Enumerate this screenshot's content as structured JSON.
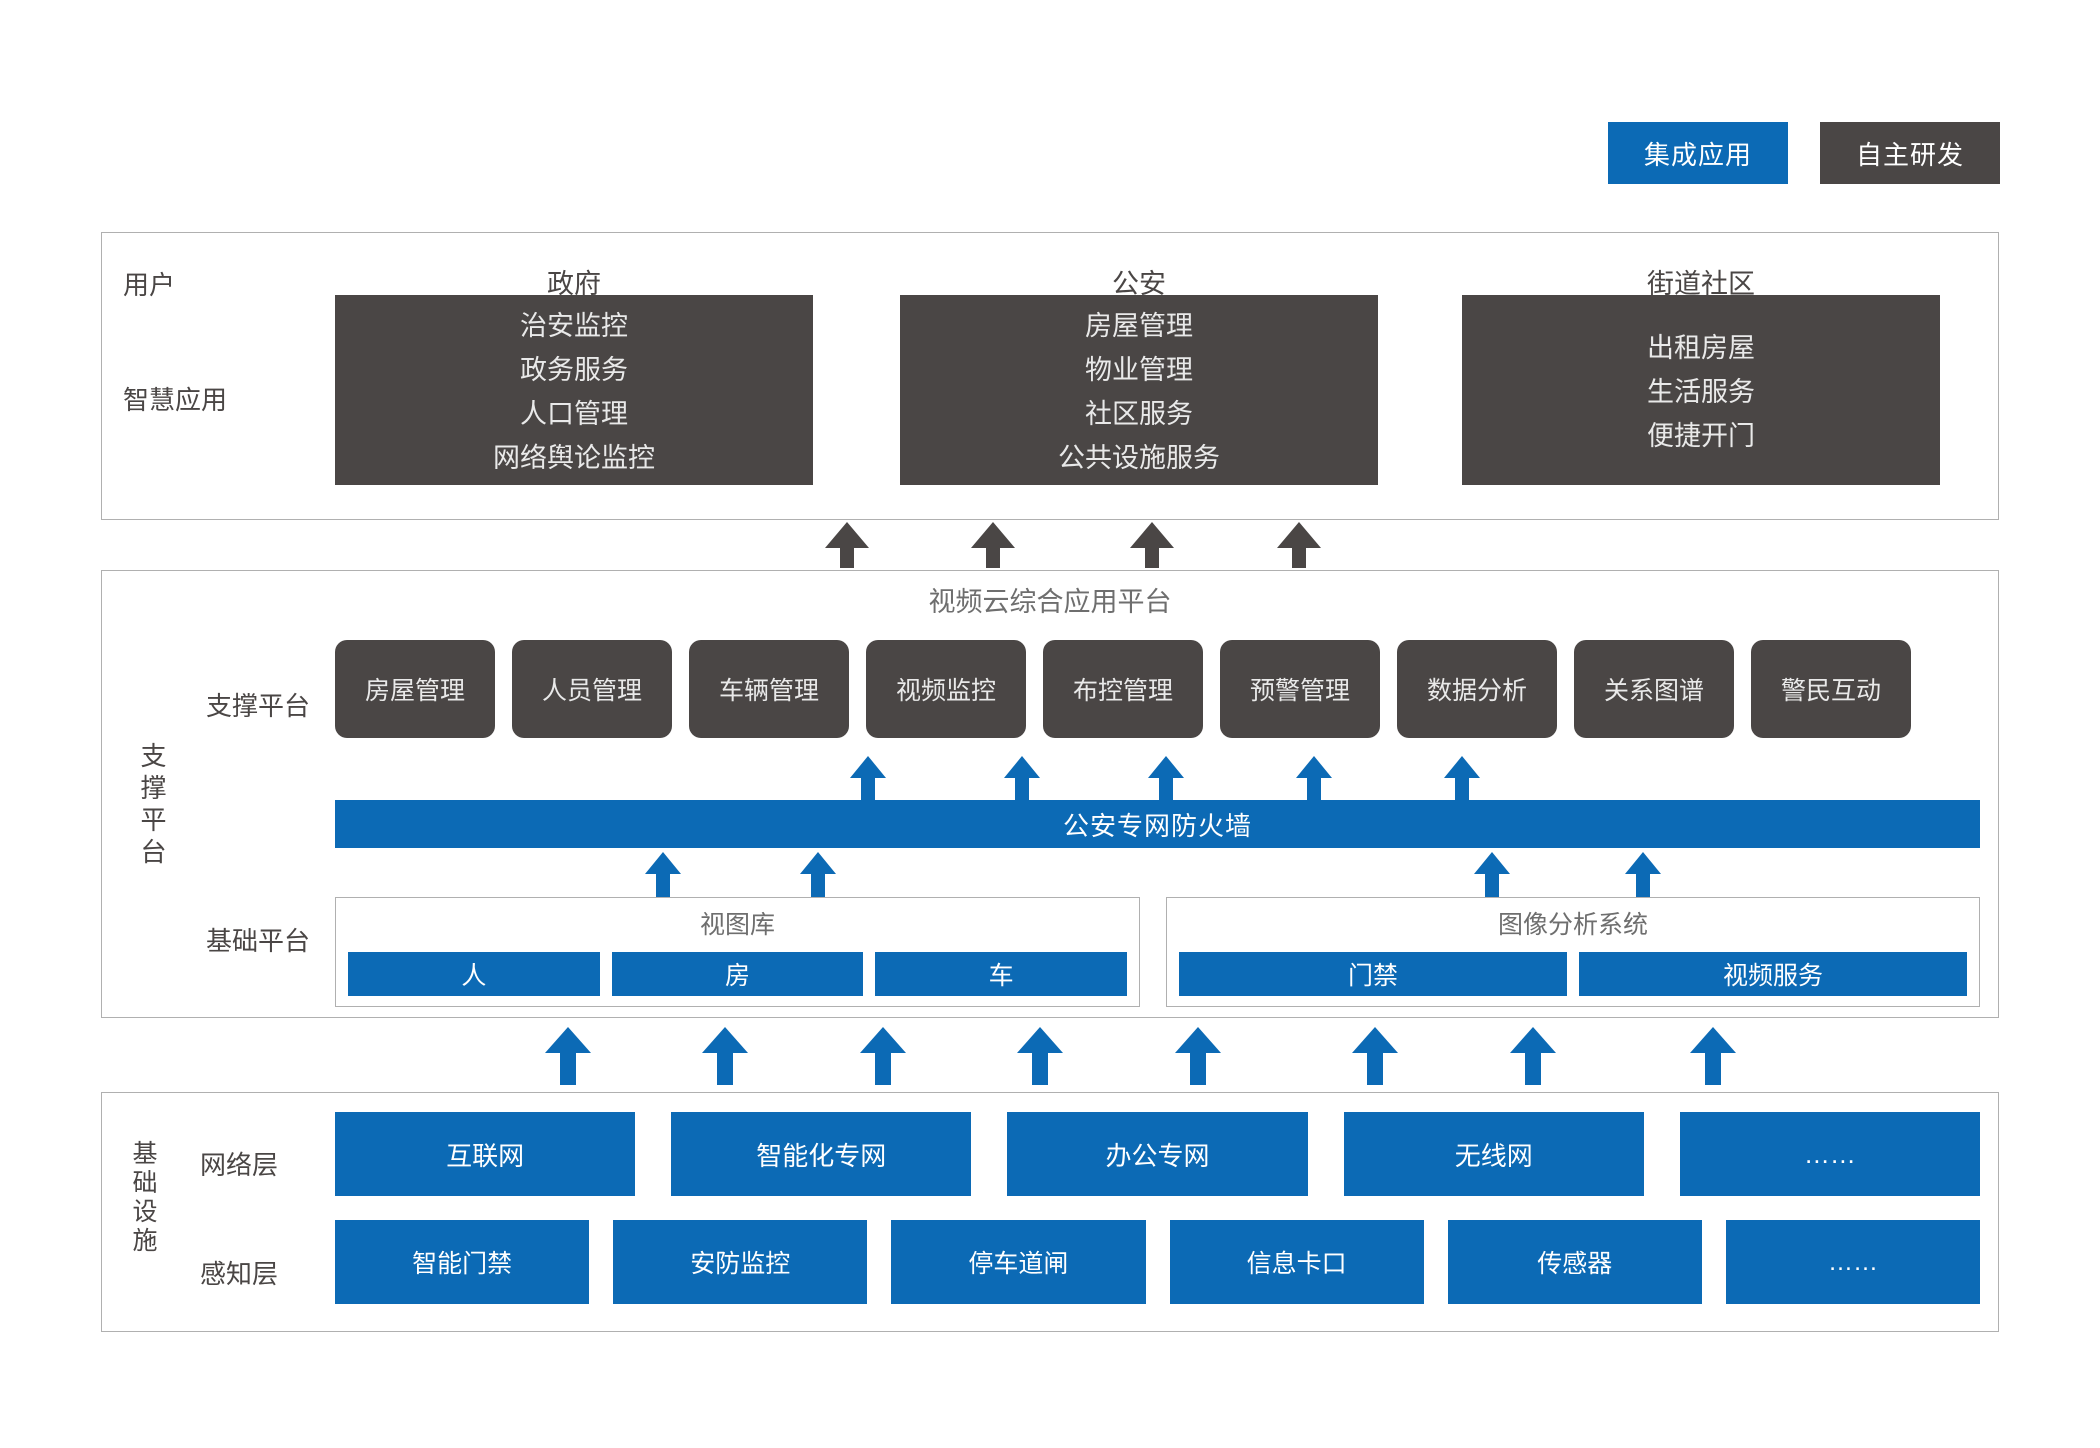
{
  "legend": {
    "items": [
      {
        "label": "集成应用",
        "color": "#0C6AB5",
        "type": "integrated-application"
      },
      {
        "label": "自主研发",
        "color": "#4A4645",
        "type": "self-developed"
      }
    ]
  },
  "application_section": {
    "row_labels": {
      "user": "用户",
      "smart_application": "智慧应用"
    },
    "columns": [
      {
        "title": "政府",
        "items": [
          "治安监控",
          "政务服务",
          "人口管理",
          "网络舆论监控"
        ]
      },
      {
        "title": "公安",
        "items": [
          "房屋管理",
          "物业管理",
          "社区服务",
          "公共设施服务"
        ]
      },
      {
        "title": "街道社区",
        "items": [
          "出租房屋",
          "生活服务",
          "便捷开门"
        ]
      }
    ]
  },
  "platform_section": {
    "vertical_label": "支撑平台",
    "title": "视频云综合应用平台",
    "row_labels": {
      "support": "支撑平台",
      "base": "基础平台"
    },
    "support_modules": [
      "房屋管理",
      "人员管理",
      "车辆管理",
      "视频监控",
      "布控管理",
      "预警管理",
      "数据分析",
      "关系图谱",
      "警民互动"
    ],
    "firewall": "公安专网防火墙",
    "base_groups": [
      {
        "title": "视图库",
        "items": [
          "人",
          "房",
          "车"
        ]
      },
      {
        "title": "图像分析系统",
        "items": [
          "门禁",
          "视频服务"
        ]
      }
    ]
  },
  "infrastructure_section": {
    "vertical_label": "基础设施",
    "row_labels": {
      "network": "网络层",
      "perception": "感知层"
    },
    "network_layer": [
      "互联网",
      "智能化专网",
      "办公专网",
      "无线网",
      "……"
    ],
    "perception_layer": [
      "智能门禁",
      "安防监控",
      "停车道闸",
      "信息卡口",
      "传感器",
      "……"
    ]
  },
  "colors": {
    "accent_blue": "#0C6AB5",
    "dark_gray": "#4A4645",
    "border_gray": "#B0B0B0",
    "text_gray": "#6E6E6E"
  }
}
